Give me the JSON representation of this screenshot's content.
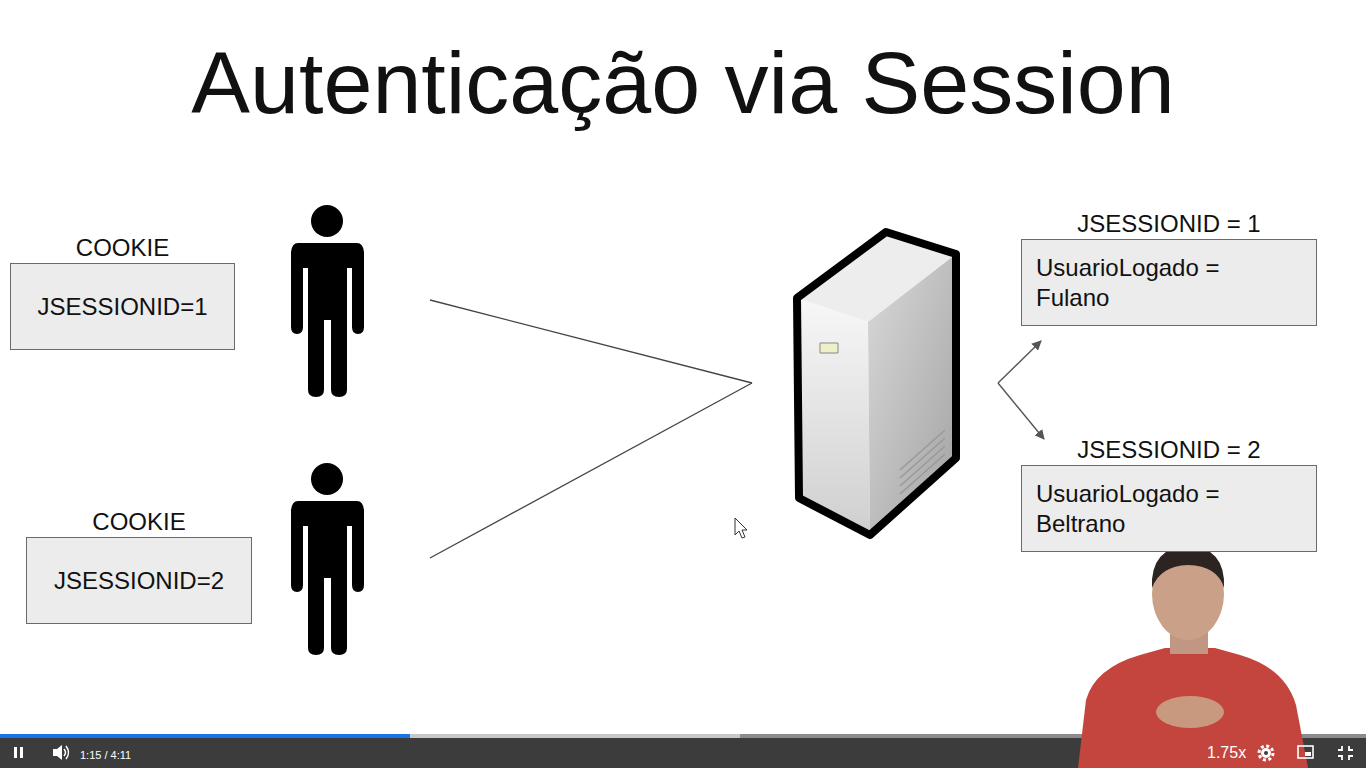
{
  "diagram": {
    "title": "Autenticação via Session",
    "nodes": [
      {
        "text": [
          "COOKIE",
          "JSESSIONID=1"
        ]
      },
      {
        "text": [
          "COOKIE",
          "JSESSIONID=2"
        ]
      },
      {
        "text": [
          "JSESSIONID = 1",
          "UsuarioLogado = Fulano"
        ]
      },
      {
        "text": [
          "JSESSIONID = 2",
          "UsuarioLogado = Beltrano"
        ]
      }
    ],
    "labels": [
      "1:15 / 4:11",
      "1.75x"
    ]
  }
}
